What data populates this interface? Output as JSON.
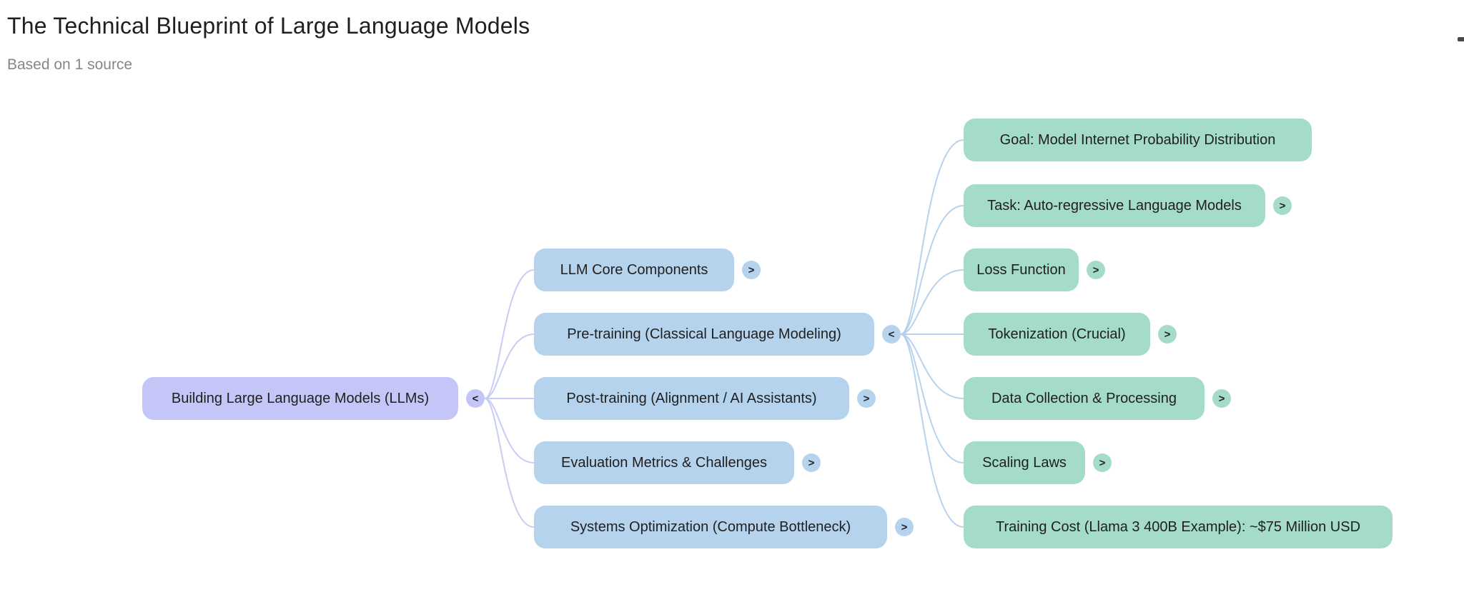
{
  "header": {
    "title": "The Technical Blueprint of Large Language Models",
    "subtitle": "Based on 1 source"
  },
  "colors": {
    "root_node_fill": "#c5c6f8",
    "branch_node_fill": "#b6d3ed",
    "leaf_node_fill": "#a4dcc7",
    "root_edge": "#c7cdf5",
    "branch_edge": "#b8d2ee",
    "node_text": "#1f1f1f",
    "subtitle_text": "#83878b"
  },
  "mindmap": {
    "root": {
      "label": "Building Large Language Models (LLMs)",
      "toggle": "<"
    },
    "branches": [
      {
        "label": "LLM Core Components",
        "toggle": ">"
      },
      {
        "label": "Pre-training (Classical Language Modeling)",
        "toggle": "<"
      },
      {
        "label": "Post-training (Alignment / AI Assistants)",
        "toggle": ">"
      },
      {
        "label": "Evaluation Metrics & Challenges",
        "toggle": ">"
      },
      {
        "label": "Systems Optimization (Compute Bottleneck)",
        "toggle": ">"
      }
    ],
    "leaves": [
      {
        "label": "Goal: Model Internet Probability Distribution"
      },
      {
        "label": "Task: Auto-regressive Language Models",
        "toggle": ">"
      },
      {
        "label": "Loss Function",
        "toggle": ">"
      },
      {
        "label": "Tokenization (Crucial)",
        "toggle": ">"
      },
      {
        "label": "Data Collection & Processing",
        "toggle": ">"
      },
      {
        "label": "Scaling Laws",
        "toggle": ">"
      },
      {
        "label": "Training Cost (Llama 3 400B Example): ~$75 Million USD"
      }
    ]
  }
}
